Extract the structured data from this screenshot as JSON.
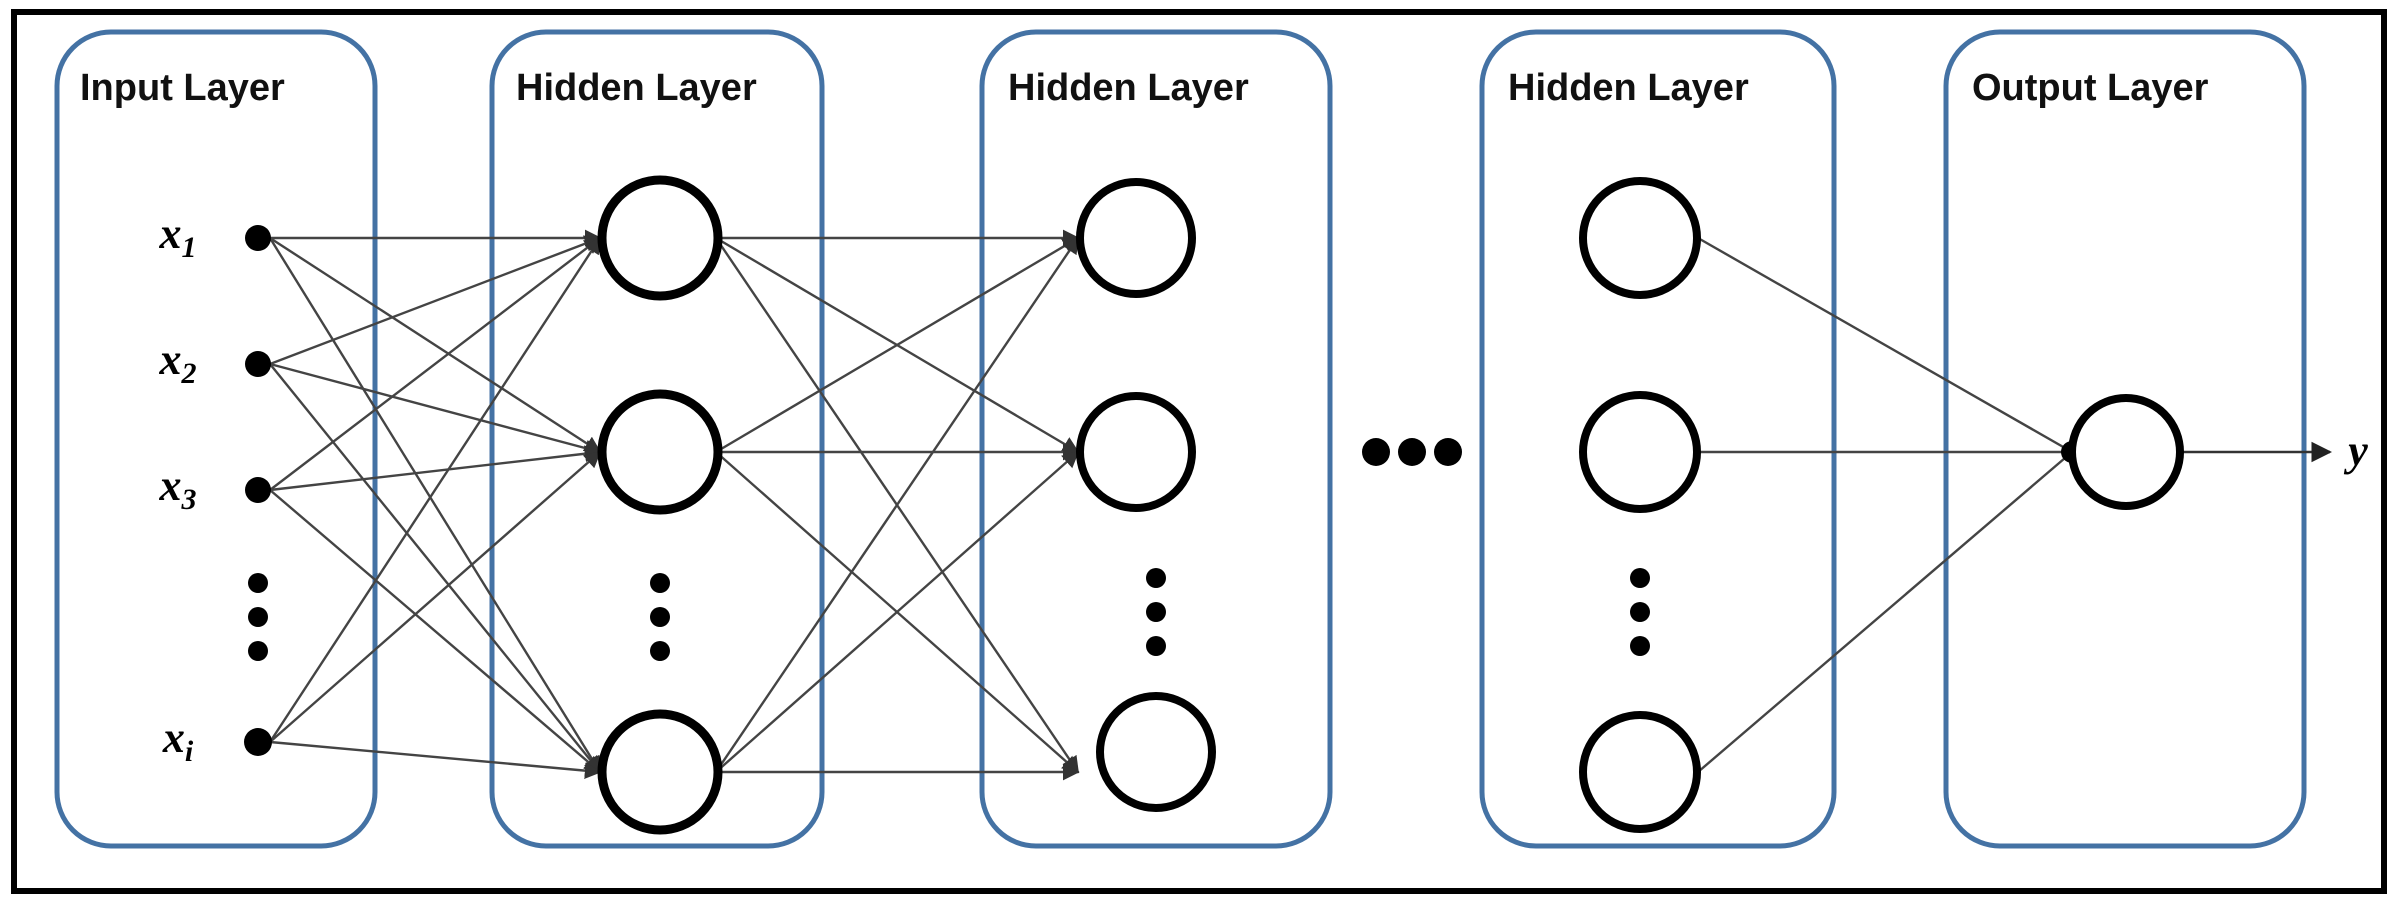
{
  "figure": {
    "kind": "neural-network-architecture-diagram",
    "background_color": "#ffffff",
    "outer_frame_color": "#000000",
    "layer_box_color": "#4472A4",
    "neuron_outline_color": "#000000",
    "neuron_fill_color": "#ffffff",
    "connection_color": "#444444",
    "text_color": "#111111"
  },
  "layers": [
    {
      "id": "input",
      "title": "Input Layer"
    },
    {
      "id": "hidden-1",
      "title": "Hidden Layer"
    },
    {
      "id": "hidden-2",
      "title": "Hidden Layer"
    },
    {
      "id": "hidden-3",
      "title": "Hidden Layer"
    },
    {
      "id": "output",
      "title": "Output Layer"
    }
  ],
  "input_nodes": [
    {
      "base": "x",
      "sub": "1"
    },
    {
      "base": "x",
      "sub": "2"
    },
    {
      "base": "x",
      "sub": "3"
    },
    {
      "base": "x",
      "sub": "i"
    }
  ],
  "output_label": {
    "base": "y",
    "sub": ""
  },
  "ellipsis": {
    "vertical_glyph": "⋮",
    "horizontal_glyph": "⋯",
    "dot_count": 3
  },
  "counts": {
    "input_nodes_shown": 4,
    "hidden_layers_shown": 3,
    "neurons_per_hidden_layer_shown": 3,
    "output_neurons": 1
  }
}
